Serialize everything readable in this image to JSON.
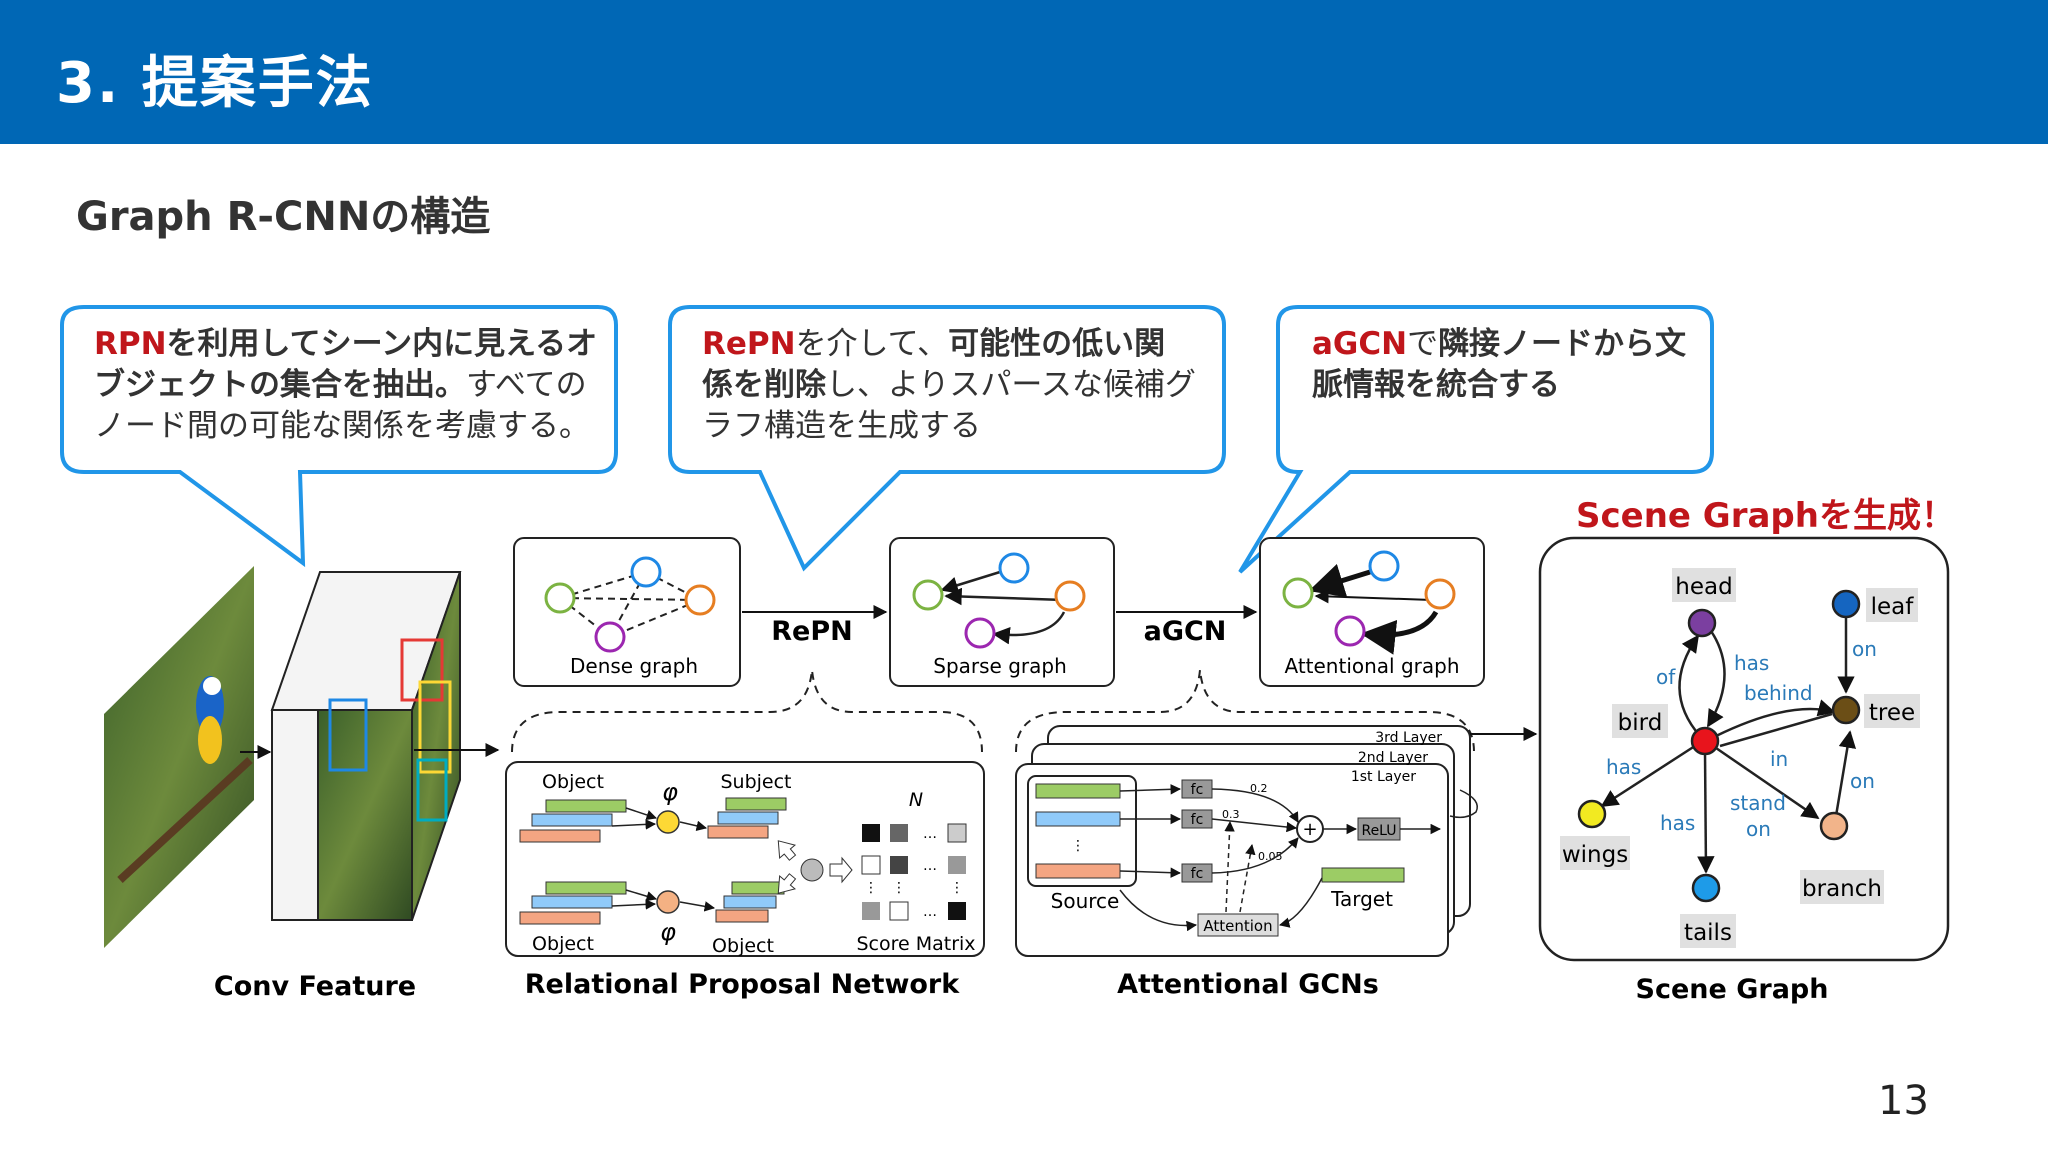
{
  "header": {
    "title": "3. 提案手法"
  },
  "subtitle": "Graph R-CNNの構造",
  "bubbles": [
    {
      "line1_hl": "RPN",
      "line1_b": "を利用してシーン内に見えるオ",
      "line2_b": "ブジェクトの集合を抽出。",
      "line2_n": "すべての",
      "line3_n": "ノード間の可能な関係を考慮する。"
    },
    {
      "line1_hl": "RePN",
      "line1_n": "を介して、",
      "line1_b": "可能性の低い関",
      "line2_b": "係を削除",
      "line2_n": "し、よりスパースな候補グ",
      "line3_n": "ラフ構造を生成する"
    },
    {
      "line1_hl": "aGCN",
      "line1_n": "で",
      "line1_b": "隣接ノードから文",
      "line2_b": "脈情報を統合する"
    }
  ],
  "scene_graph_callout": "Scene Graphを生成！",
  "figure": {
    "labels": {
      "conv_feature": "Conv Feature",
      "repn": "Relational Proposal Network",
      "agcn": "Attentional GCNs",
      "scene_graph": "Scene Graph",
      "repn_arrow": "RePN",
      "agcn_arrow": "aGCN",
      "dense_graph": "Dense graph",
      "sparse_graph": "Sparse graph",
      "attentional_graph": "Attentional graph",
      "object_top": "Object",
      "subject": "Subject",
      "object_bl": "Object",
      "object_bm": "Object",
      "score_matrix": "Score Matrix",
      "phi": "φ",
      "varphi": "φ",
      "n_label": "N",
      "layer1": "1st Layer",
      "layer2": "2nd Layer",
      "layer3": "3rd Layer",
      "source": "Source",
      "target": "Target",
      "attention": "Attention",
      "relu": "ReLU",
      "fc1": "fc",
      "fc2": "fc",
      "fc3": "fc",
      "w1": "0.2",
      "w2": "0.3",
      "w3": "0.05"
    },
    "scene_nodes": {
      "head": "head",
      "leaf": "leaf",
      "bird": "bird",
      "tree": "tree",
      "wings": "wings",
      "branch": "branch",
      "tails": "tails"
    },
    "scene_edges": {
      "of": "of",
      "has1": "has",
      "behind": "behind",
      "on1": "on",
      "in": "in",
      "has2": "has",
      "has3": "has",
      "stand": "stand",
      "on2": "on",
      "on3": "on"
    },
    "colors": {
      "header": "#0067b5",
      "bubble_border": "#2196e8",
      "highlight": "#c0161b",
      "node_head": "#7b3fa0",
      "node_leaf": "#1565c0",
      "node_tree": "#6b4e16",
      "node_bird": "#e8141c",
      "node_wings": "#f2ea21",
      "node_branch": "#f2b48a",
      "node_tails": "#1e9be8"
    }
  },
  "page_number": "13"
}
